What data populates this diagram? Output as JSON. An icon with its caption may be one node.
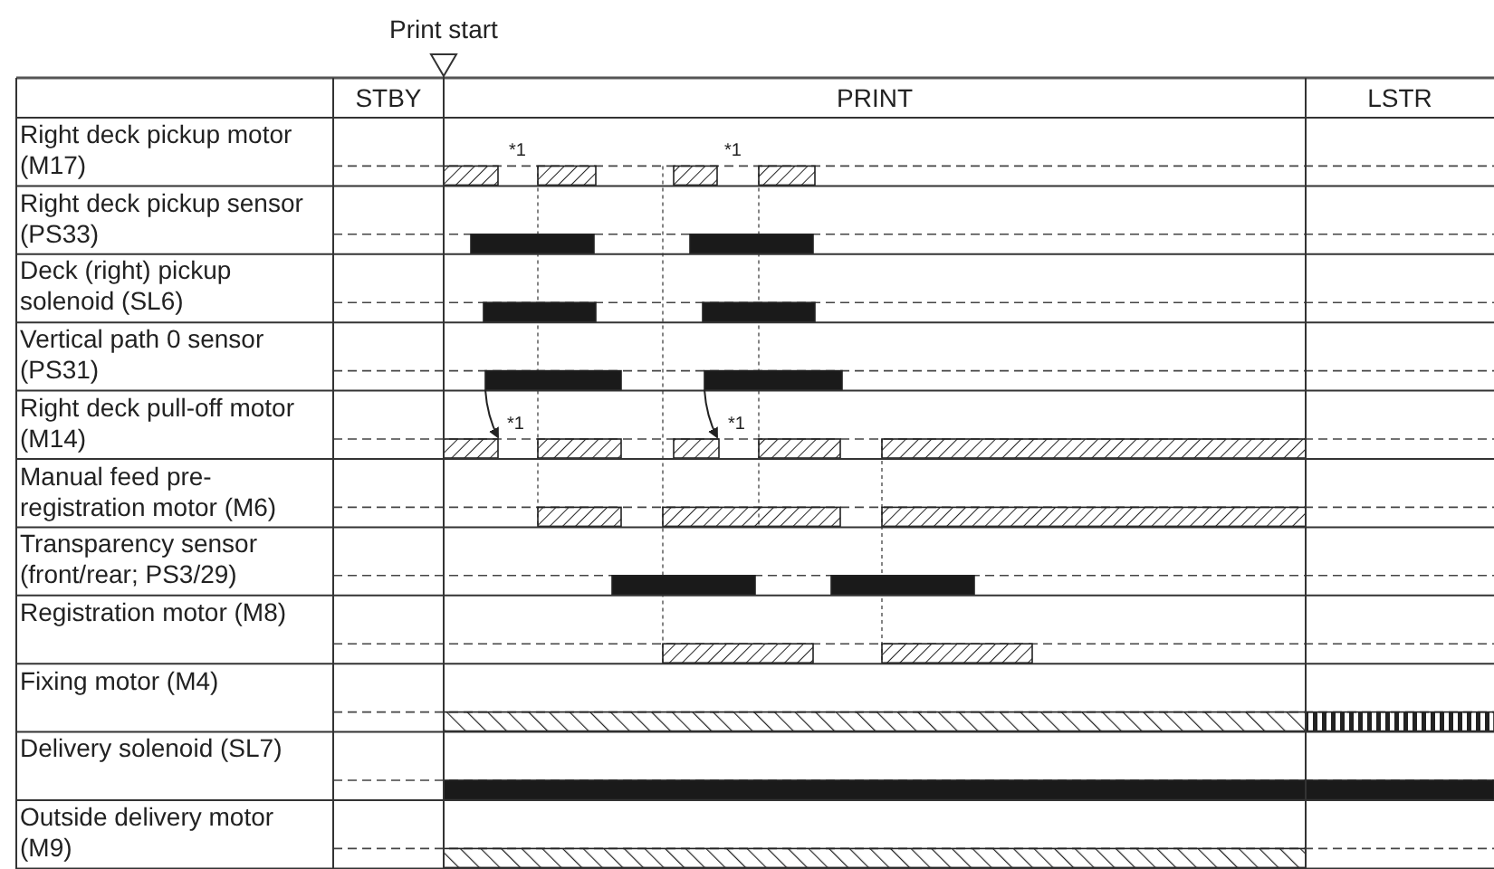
{
  "diagram": {
    "labels": [
      "Print start",
      "STBY",
      "PRINT",
      "LSTR",
      "Right deck pickup motor (M17)",
      "*1",
      "*1",
      "Right deck pickup sensor (PS33)",
      "Deck (right) pickup solenoid (SL6)",
      "Vertical path 0 sensor (PS31)",
      "Right deck pull-off motor (M14)",
      "*1",
      "*1",
      "Manual feed pre-registration motor (M6)",
      "Transparency sensor (front/rear; PS3/29)",
      "Registration motor (M8)",
      "Fixing motor (M4)",
      "Delivery solenoid (SL7)",
      "Outside delivery motor (M9)"
    ]
  }
}
